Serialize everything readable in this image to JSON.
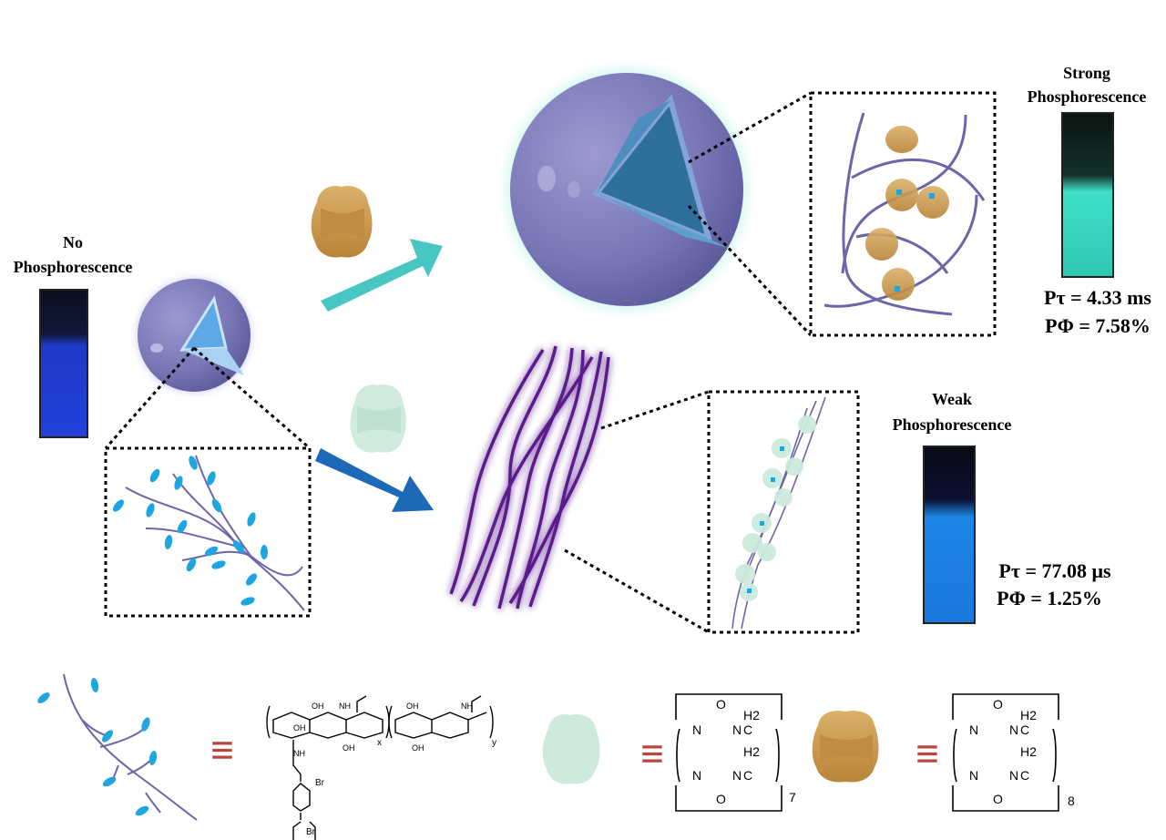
{
  "left_vial": {
    "label_line1": "No",
    "label_line2": "Phosphorescence"
  },
  "top_right": {
    "label_line1": "Strong",
    "label_line2": "Phosphorescence",
    "lifetime": "Pτ = 4.33 ms",
    "quantum_yield": "PΦ = 7.58%"
  },
  "mid_right": {
    "label_line1": "Weak",
    "label_line2": "Phosphorescence",
    "lifetime": "Pτ = 77.08 μs",
    "quantum_yield": "PΦ = 1.25%"
  },
  "legend": {
    "polymer_equiv": "≡",
    "cb7_equiv": "≡",
    "cb8_equiv": "≡",
    "cb7_subscript": "7",
    "cb8_subscript": "8",
    "polymer_x": "x",
    "polymer_y": "y",
    "bromide": "Br",
    "bromo_substituent": "Br"
  },
  "colors": {
    "sphere": "#7a78b8",
    "cb8": "#c8974a",
    "cb7": "#cdeadc",
    "cyan_arrow": "#48c6c3",
    "blue_arrow": "#1d69b8",
    "fiber": "#5a1a8c",
    "equiv": "#b8453f",
    "vial_blue": "#1f3dd6",
    "vial_cyan": "#3de0c4"
  }
}
